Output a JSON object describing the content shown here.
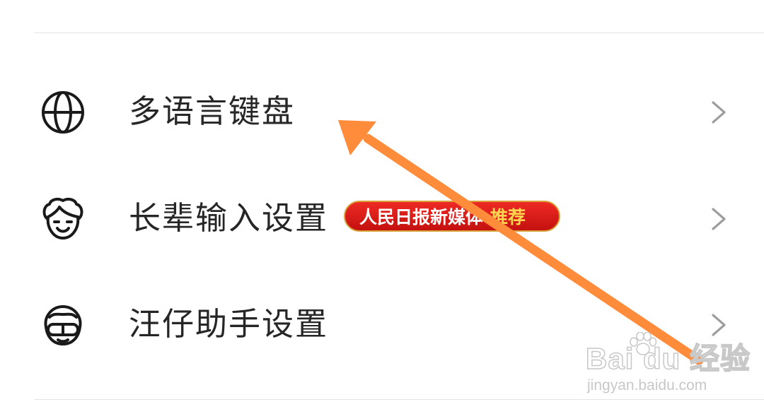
{
  "settings_list": {
    "items": [
      {
        "label": "多语言键盘",
        "icon": "globe-icon"
      },
      {
        "label": "长辈输入设置",
        "icon": "elder-face-icon",
        "badge": {
          "text": "人民日报新媒体",
          "highlight": "推荐"
        }
      },
      {
        "label": "汪仔助手设置",
        "icon": "wangzai-mascot-icon"
      }
    ]
  },
  "annotation": {
    "arrow_color": "#ff8c3a"
  },
  "watermark": {
    "brand": "Bai du 经验",
    "url": "jingyan.baidu.com"
  },
  "colors": {
    "text": "#262626",
    "divider": "#e5e5e5",
    "chevron": "#9e9e9e",
    "badge_red": "#e0201b",
    "badge_highlight": "#ffd64d"
  }
}
